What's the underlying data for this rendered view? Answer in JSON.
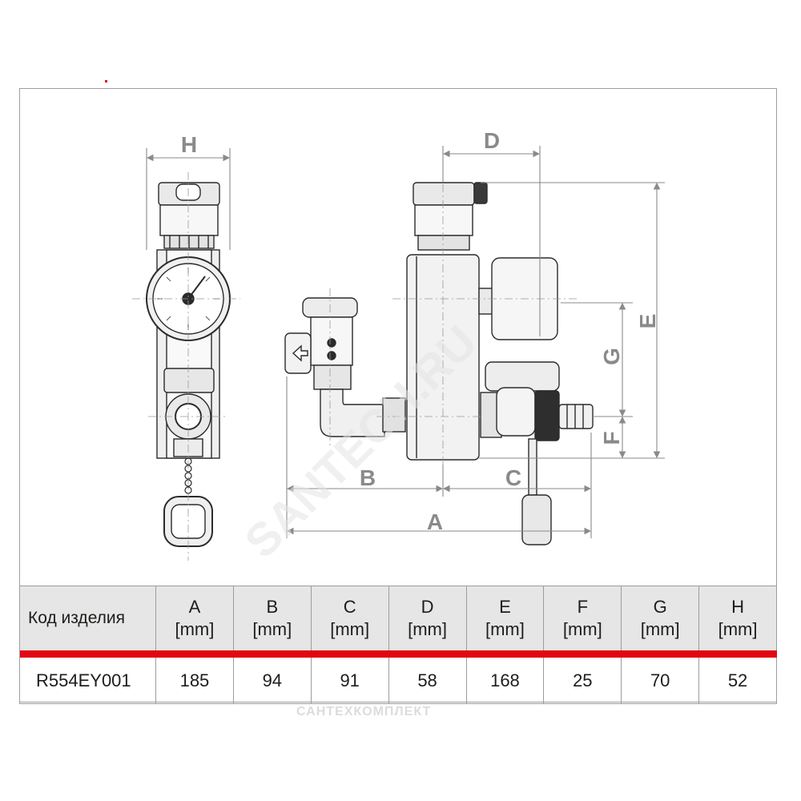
{
  "dimensions": {
    "labels": [
      "A",
      "B",
      "C",
      "D",
      "E",
      "F",
      "G",
      "H"
    ]
  },
  "watermark_diag": "SANTECH.RU",
  "watermark_bottom": "САНТЕХКОМПЛЕКТ",
  "table": {
    "header_code": "Код изделия",
    "unit": "[mm]",
    "columns": [
      "A",
      "B",
      "C",
      "D",
      "E",
      "F",
      "G",
      "H"
    ],
    "row": {
      "code": "R554EY001",
      "values": [
        "185",
        "94",
        "91",
        "58",
        "168",
        "25",
        "70",
        "52"
      ]
    }
  },
  "colors": {
    "accent_red": "#e30613",
    "dimension_gray": "#8a8a8a",
    "header_bg": "#e6e6e6"
  }
}
